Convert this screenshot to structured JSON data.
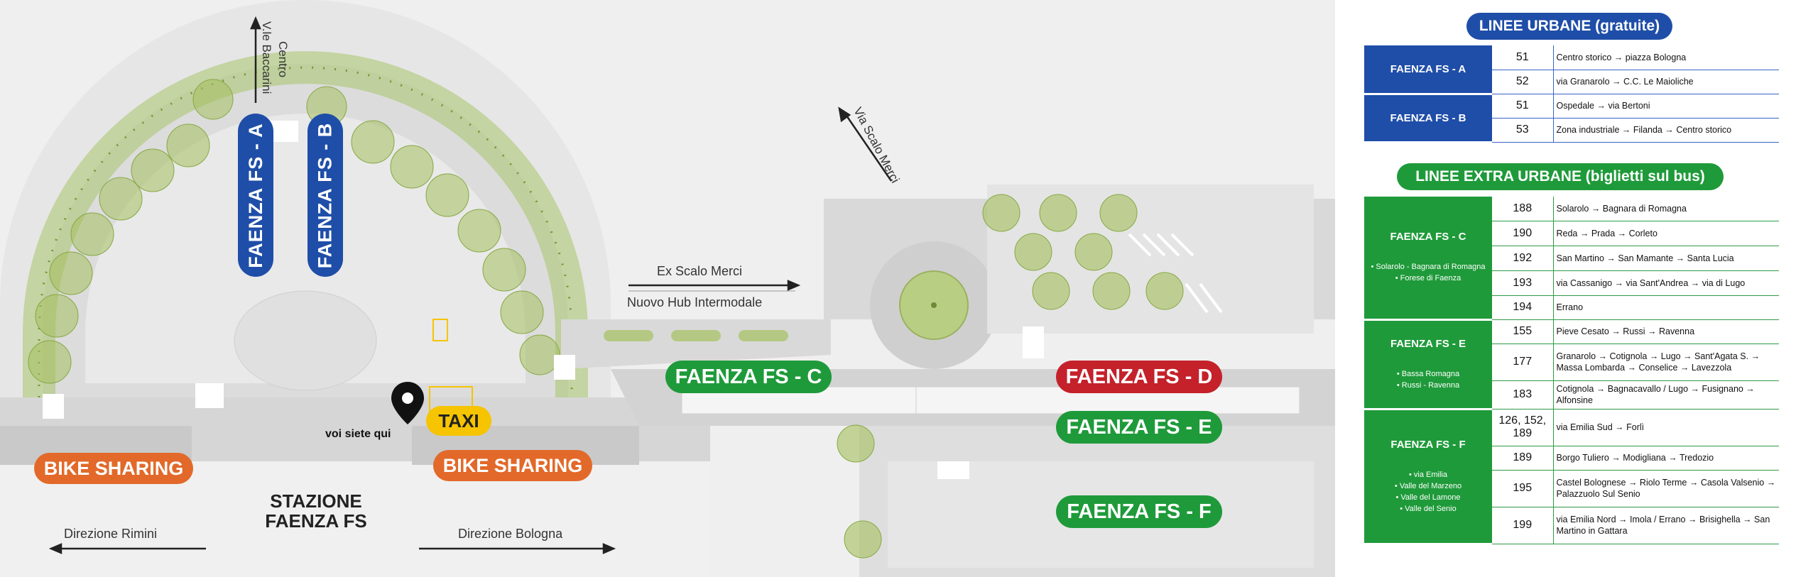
{
  "map": {
    "streets": {
      "centro": "Centro",
      "viale_baccarini": "V.le Baccarini",
      "via_scalo_merci": "Via Scalo Merci",
      "ex_scalo_merci": "Ex Scalo Merci",
      "nuovo_hub": "Nuovo Hub Intermodale",
      "direzione_rimini": "Direzione Rimini",
      "direzione_bologna": "Direzione Bologna"
    },
    "station": {
      "line1": "STAZIONE",
      "line2": "FAENZA FS"
    },
    "you_are_here": "voi siete qui",
    "taxi": "TAXI",
    "bike_sharing_left": "BIKE SHARING",
    "bike_sharing_right": "BIKE SHARING",
    "stops": {
      "a": "FAENZA FS - A",
      "b": "FAENZA FS - B",
      "c": "FAENZA FS - C",
      "d": "FAENZA FS - D",
      "e": "FAENZA FS - E",
      "f": "FAENZA FS - F"
    },
    "colors": {
      "urban_blue": "#1f4ea8",
      "extra_green": "#1f9a3a",
      "stop_d_red": "#c4212b",
      "bike_orange": "#e2692a",
      "taxi_yellow": "#f6c400",
      "tree_green": "#9bbd5a"
    }
  },
  "urban": {
    "title": "LINEE URBANE (gratuite)",
    "color": "#1f4ea8",
    "groups": [
      {
        "stop": "FAENZA FS - A",
        "rows": [
          {
            "line": "51",
            "route": "Centro storico → piazza Bologna"
          },
          {
            "line": "52",
            "route": "via Granarolo → C.C. Le Maioliche"
          }
        ]
      },
      {
        "stop": "FAENZA FS - B",
        "rows": [
          {
            "line": "51",
            "route": "Ospedale → via Bertoni"
          },
          {
            "line": "53",
            "route": "Zona industriale → Filanda → Centro storico"
          }
        ]
      }
    ]
  },
  "extra": {
    "title": "LINEE EXTRA URBANE (biglietti sul bus)",
    "color": "#1f9a3a",
    "groups": [
      {
        "stop": "FAENZA FS - C",
        "areas": [
          "• Solarolo - Bagnara di Romagna",
          "• Forese di Faenza"
        ],
        "rows": [
          {
            "line": "188",
            "route": "Solarolo → Bagnara di Romagna"
          },
          {
            "line": "190",
            "route": "Reda → Prada → Corleto"
          },
          {
            "line": "192",
            "route": "San Martino → San Mamante → Santa Lucia"
          },
          {
            "line": "193",
            "route": "via Cassanigo → via Sant'Andrea → via di Lugo"
          },
          {
            "line": "194",
            "route": "Errano"
          }
        ]
      },
      {
        "stop": "FAENZA FS - E",
        "areas": [
          "• Bassa Romagna",
          "• Russi - Ravenna"
        ],
        "rows": [
          {
            "line": "155",
            "route": "Pieve Cesato → Russi → Ravenna"
          },
          {
            "line": "177",
            "route": "Granarolo → Cotignola → Lugo → Sant'Agata S. → Massa Lombarda → Conselice → Lavezzola"
          },
          {
            "line": "183",
            "route": "Cotignola → Bagnacavallo / Lugo → Fusignano → Alfonsine"
          }
        ]
      },
      {
        "stop": "FAENZA FS - F",
        "areas": [
          "• via Emilia",
          "• Valle del Marzeno",
          "• Valle del Lamone",
          "• Valle del Senio"
        ],
        "rows": [
          {
            "line": "126, 152, 189",
            "route": "via Emilia Sud → Forlì"
          },
          {
            "line": "189",
            "route": "Borgo Tuliero → Modigliana → Tredozio"
          },
          {
            "line": "195",
            "route": "Castel Bolognese → Riolo Terme → Casola Valsenio → Palazzuolo Sul Senio"
          },
          {
            "line": "199",
            "route": "via Emilia Nord → Imola / Errano → Brisighella → San Martino in Gattara"
          }
        ]
      }
    ]
  }
}
